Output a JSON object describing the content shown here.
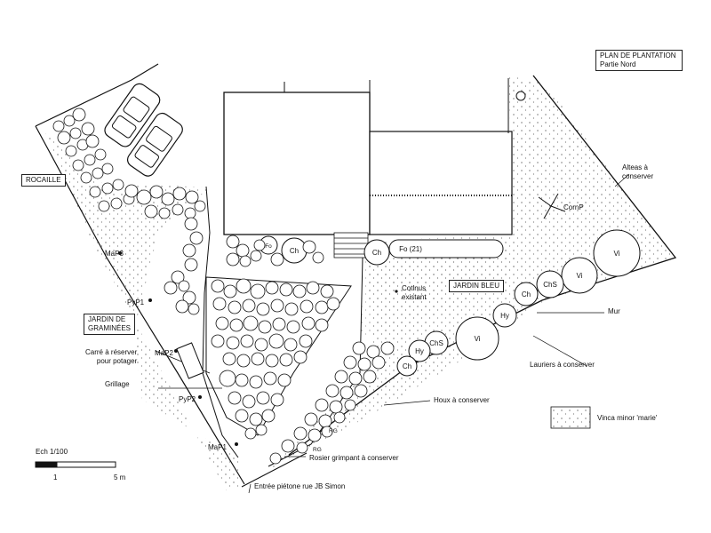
{
  "title": {
    "line1": "PLAN DE PLANTATION",
    "line2": "Partie Nord"
  },
  "zones": {
    "rocaille": "ROCAILLE",
    "graminees_1": "JARDIN DE",
    "graminees_2": "GRAMINÉES",
    "jardin_bleu": "JARDIN BLEU"
  },
  "annotations": {
    "alteas_1": "Alteas à",
    "alteas_2": "conserver",
    "cornp": "CornP",
    "cotinus_1": "Cotinus",
    "cotinus_2": "existant",
    "mur": "Mur",
    "lauriers": "Lauriers à conserver",
    "houx": "Houx à conserver",
    "carre_1": "Carré à réserver",
    "carre_2": "pour potager",
    "grillage": "Grillage",
    "rosier": "Rosier grimpant à conserver",
    "entree": "Entrée piétone rue JB Simon",
    "vinca": "Vinca minor 'marie'",
    "map3": "MaP3",
    "pyp1": "PyP1",
    "map2": "MaP2",
    "pyp2": "PyP2",
    "map1": "MaP1",
    "rg_a": "RG",
    "rg_b": "RG"
  },
  "scale": {
    "label": "Ech 1/100",
    "tick_1": "1",
    "tick_5": "5 m"
  },
  "plants": {
    "vi_1": "Vi",
    "vi_2": "Vi",
    "vi_3": "Vi",
    "chs_1": "ChS",
    "chs_2": "ChS",
    "ch_1": "Ch",
    "ch_2": "Ch",
    "ch_3": "Ch",
    "ch_4": "Ch",
    "hy_1": "Hy",
    "hy_2": "Hy",
    "fo_long": "Fo (21)",
    "fo_small": "Fo"
  }
}
